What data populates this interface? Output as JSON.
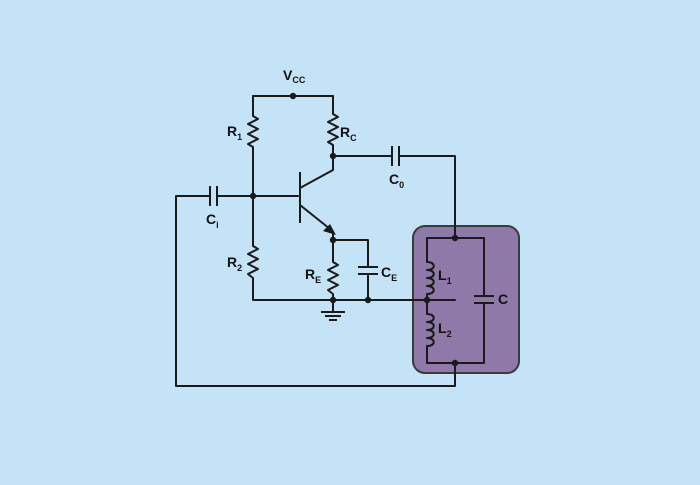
{
  "colors": {
    "background": "#c5e3f6",
    "tank_fill": "#8e79a8",
    "tank_stroke": "#3b3b3b",
    "wire": "#1a1a1a"
  },
  "labels": {
    "vcc": {
      "main": "V",
      "sub": "CC"
    },
    "r1": {
      "main": "R",
      "sub": "1"
    },
    "rc": {
      "main": "R",
      "sub": "C"
    },
    "c0": {
      "main": "C",
      "sub": "0"
    },
    "ci": {
      "main": "C",
      "sub": "i"
    },
    "r2": {
      "main": "R",
      "sub": "2"
    },
    "re": {
      "main": "R",
      "sub": "E"
    },
    "ce": {
      "main": "C",
      "sub": "E"
    },
    "l1": {
      "main": "L",
      "sub": "1"
    },
    "l2": {
      "main": "L",
      "sub": "2"
    },
    "c": {
      "main": "C"
    }
  }
}
